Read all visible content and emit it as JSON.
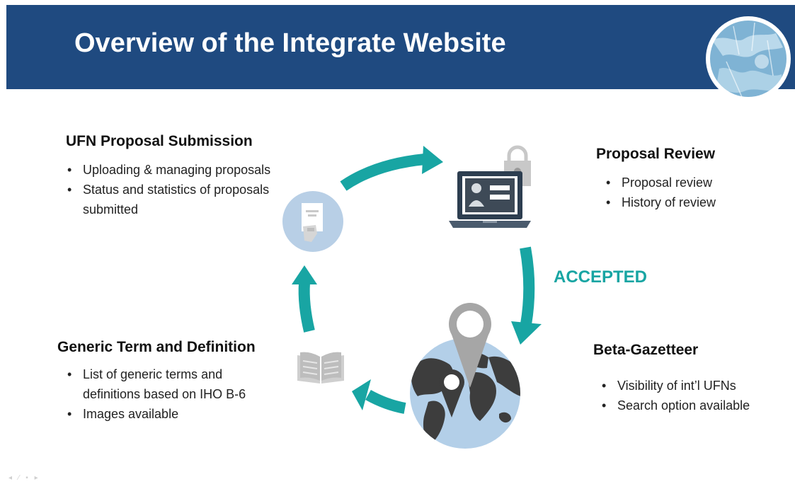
{
  "header": {
    "title": "Overview of the Integrate Website"
  },
  "sections": {
    "submission": {
      "heading": "UFN Proposal Submission",
      "bullets": [
        "Uploading & managing proposals",
        "Status and statistics of proposals submitted"
      ]
    },
    "review": {
      "heading": "Proposal Review",
      "bullets": [
        "Proposal review",
        "History of review"
      ]
    },
    "gazetteer": {
      "heading": "Beta-Gazetteer",
      "bullets": [
        "Visibility of int’l UFNs",
        "Search option available"
      ]
    },
    "generic": {
      "heading": "Generic Term and Definition",
      "bullets": [
        "List of generic terms and definitions based on IHO B-6",
        "Images available"
      ]
    }
  },
  "flow": {
    "accepted_label": "ACCEPTED"
  },
  "icons": {
    "submission": "document-hand-icon",
    "review": "laptop-profile-lock-icon",
    "gazetteer": "globe-map-pin-icon",
    "generic": "open-book-icon",
    "header_badge": "world-map-globe-icon"
  },
  "colors": {
    "header": "#1f4a80",
    "arrow": "#18a5a3",
    "accent_text": "#18a5a3"
  }
}
